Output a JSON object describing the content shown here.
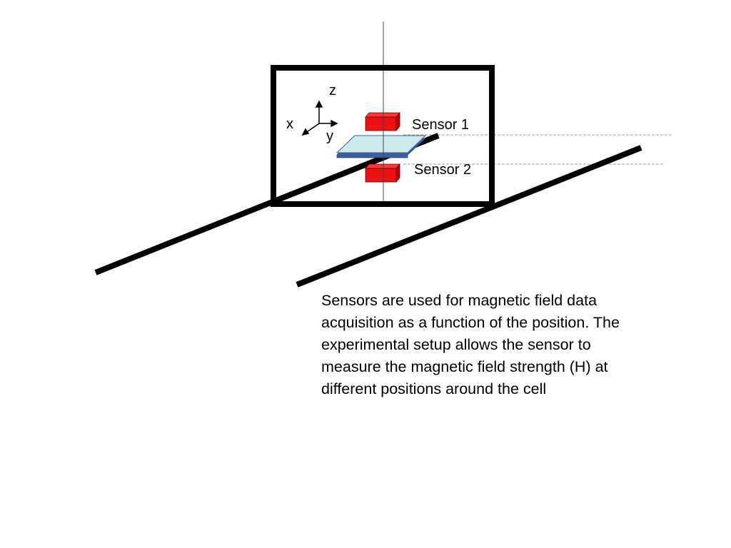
{
  "diagram": {
    "axes": {
      "z": "z",
      "x": "x",
      "y": "y"
    },
    "sensor_1_label": "Sensor 1",
    "sensor_2_label": "Sensor 2",
    "colors": {
      "sensor_front": "#ee1111",
      "sensor_top": "#f33a3a",
      "sensor_side": "#b00000",
      "cell_top": "#cde9ec",
      "cell_edge": "#3a5f9a",
      "frame": "#000000",
      "guide_lines": "#999999"
    }
  },
  "caption": {
    "lines": [
      "Sensors are used for magnetic field data",
      "acquisition as a function of the position. The",
      "experimental setup allows the sensor to",
      "measure the magnetic field strength (H) at",
      "different positions around the cell"
    ]
  }
}
